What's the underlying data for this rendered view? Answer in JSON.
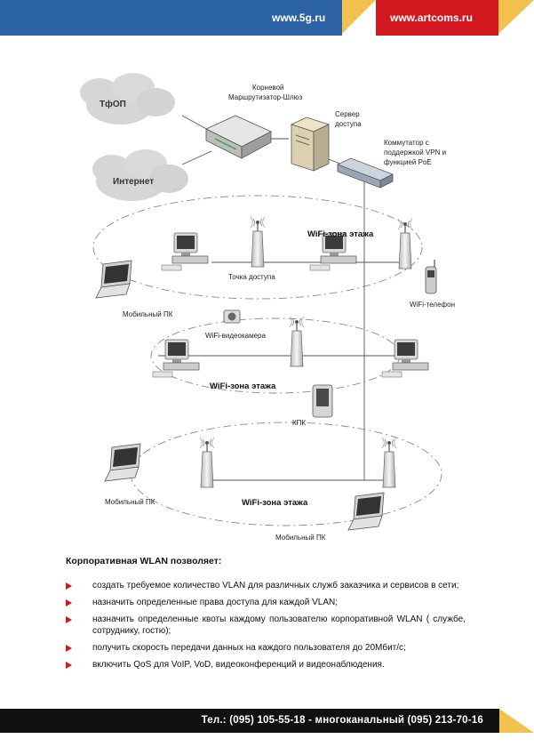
{
  "header": {
    "url_left": "www.5g.ru",
    "url_right": "www.artcoms.ru",
    "color_blue": "#2b62a6",
    "color_red": "#d3171f",
    "fold_color": "#f2c14e"
  },
  "diagram": {
    "cloud_pstn": "ТфОП",
    "cloud_internet": "Интернет",
    "router_label_line1": "Корневой",
    "router_label_line2": "Маршрутизатор-Шлюз",
    "server_label_line1": "Сервер",
    "server_label_line2": "доступа",
    "switch_label_line1": "Коммутатор с",
    "switch_label_line2": "поддержкой VPN и",
    "switch_label_line3": "функцией PoE",
    "zone_label": "WiFi-зона этажа",
    "access_point_label": "Точка доступа",
    "wifi_phone_label": "WiFi-телефон",
    "mobile_pc_label": "Мобильный ПК",
    "wifi_camera_label": "WiFi-видеокамера",
    "pda_label": "КПК"
  },
  "section": {
    "title": "Корпоративная WLAN позволяет:",
    "items": [
      "создать требуемое количество VLAN для различных служб заказчика и сервисов в сети;",
      "назначить определенные права доступа для каждой VLAN;",
      "назначить определенные квоты каждому пользователю корпоративной WLAN ( службе, сотруднику, гостю);",
      "получить скорость передачи данных на каждого пользователя до 20Мбит/с;",
      "включить QoS для VoIP, VoD, видеоконференций и видеонаблюдения."
    ]
  },
  "footer": {
    "phone_text": "Тел.: (095) 105-55-18 - многоканальный (095) 213-70-16"
  }
}
